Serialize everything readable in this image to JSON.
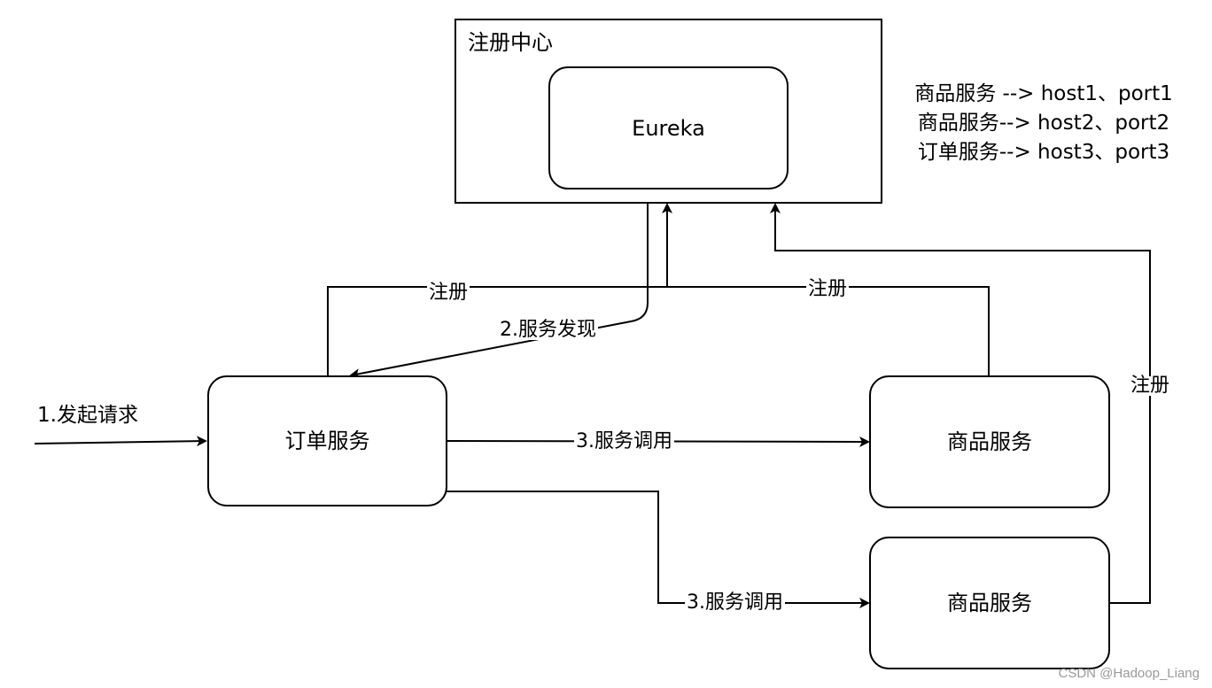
{
  "registry": {
    "title": "注册中心",
    "eureka_label": "Eureka"
  },
  "registry_table": {
    "rows": [
      "商品服务 --> host1、port1",
      "商品服务--> host2、port2",
      "订单服务--> host3、port3"
    ]
  },
  "nodes": {
    "order_service": "订单服务",
    "product_service_1": "商品服务",
    "product_service_2": "商品服务"
  },
  "edges": {
    "request": "1.发起请求",
    "discovery": "2.服务发现",
    "register_order": "注册",
    "register_product_1": "注册",
    "register_product_2": "注册",
    "invoke_1": "3.服务调用",
    "invoke_2": "3.服务调用"
  },
  "watermark": "CSDN @Hadoop_Liang"
}
